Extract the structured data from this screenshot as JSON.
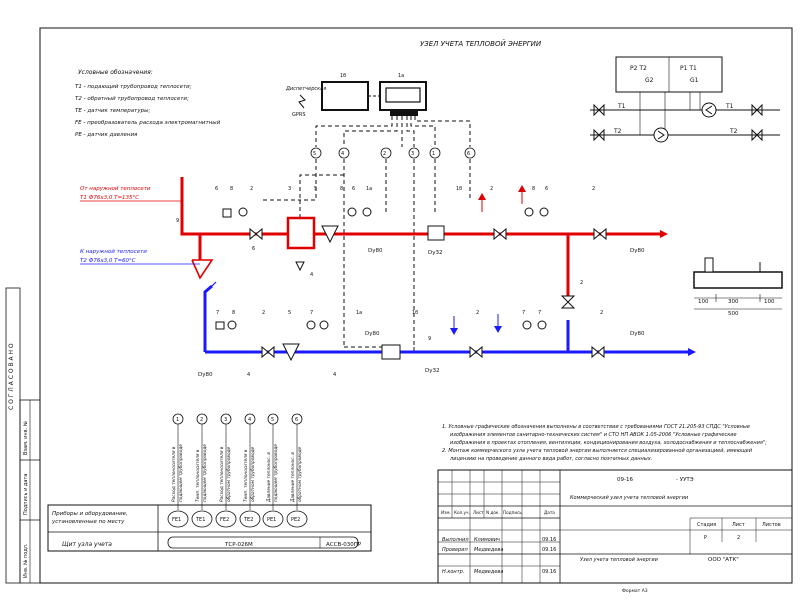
{
  "title": "УЗЕЛ УЧЕТА ТЕПЛОВОЙ ЭНЕРГИИ",
  "legend": {
    "heading": "Условные обозначения:",
    "items": [
      "Т1 - подающий трубопровод теплосети;",
      "Т2 - обратный трубопровод теплосети;",
      "ТЕ - датчик температуры;",
      "FЕ - преобразователь расхода электромагнитный",
      "РЕ - датчик давления"
    ]
  },
  "dispatch": {
    "label": "Диспетчерская",
    "gprs": "GPRS",
    "box1": "1б",
    "box2": "1а"
  },
  "inset": {
    "p2t2": "P2 T2",
    "p1t1": "P1 T1",
    "g2": "G2",
    "g1": "G1",
    "t1": "T1",
    "t2": "T2"
  },
  "cables": [
    "5",
    "4",
    "2",
    "3",
    "1",
    "6"
  ],
  "supply_label": {
    "line1": "От наружной теплосети",
    "line2": "Т1 Ф76х3,0  Т=135°С"
  },
  "return_label": {
    "line1": "К наружной теплосети",
    "line2": "Т2 Ф76х3,0  Т=60°С"
  },
  "pipe_labels": {
    "dy80_top1": "Dy80",
    "dy80_top2": "Dy80",
    "dy80_bot1": "Dy80",
    "dy80_bot2": "Dy80",
    "dy80_bot3": "Dy80",
    "dy32_top": "Dy32",
    "dy32_bot": "Dy32"
  },
  "component_numbers": {
    "n9a": "9",
    "n9b": "9",
    "n2a": "2",
    "n2b": "2",
    "n2c": "2",
    "n2d": "2",
    "n2e": "2",
    "n2f": "2",
    "n2g": "2",
    "n3": "3",
    "n5a": "5",
    "n5b": "5",
    "n6a": "6",
    "n6b": "6",
    "n6c": "6",
    "n6d": "6",
    "n7a": "7",
    "n7b": "7",
    "n7c": "7",
    "n7d": "7",
    "n8a": "8",
    "n8b": "8",
    "n8c": "8",
    "n8d": "8",
    "n1a": "1а",
    "n1b": "1а",
    "n1c": "1б",
    "n1d": "1б",
    "n4a": "4",
    "n4b": "4",
    "n4c": "4"
  },
  "dimension": {
    "d1": "100",
    "d2": "300",
    "d3": "100",
    "total": "500"
  },
  "notes": [
    "1. Условные графические обозначения выполнены в соответствии с требованиями  ГОСТ 21.205-93  СПДС  \"Условные",
    "изображения элементов санитарно-технических систем\"  и  СТО НП АВОК 1.05-2006  \"Условные графические",
    "изображения в проектах отопления, вентиляции, кондиционирования воздуха, холодоснабжения и теплоснабжения\";",
    "2. Монтаж коммерческого узла учета тепловой энергии выполняется специализированной организацией, имеющей",
    "лицензию на проведение данного вида работ, согласно поэтапных данных."
  ],
  "instruments": {
    "numbers": [
      "1",
      "2",
      "3",
      "4",
      "5",
      "6"
    ],
    "captions": [
      [
        "Расход теплоносителя в",
        "подающем трубопроводе"
      ],
      [
        "Темп. теплоносителя в",
        "подающем трубопроводе"
      ],
      [
        "Расход теплоносителя в",
        "обратном трубопроводе"
      ],
      [
        "Темп. теплоносителя в",
        "обратном трубопроводе"
      ],
      [
        "Давление теплонос. в",
        "подающем трубопроводе"
      ],
      [
        "Давление теплонос. в",
        "обратном трубопроводе"
      ]
    ],
    "tags": [
      "FE1",
      "TE1",
      "FE2",
      "TE2",
      "PE1",
      "PE2"
    ],
    "row1_label": [
      "Приборы и оборудование,",
      "установленные по месту"
    ],
    "row2_label": "Щит узла учета",
    "tcr": "ТСР-026М",
    "assv": "АССВ-030ПР"
  },
  "side_labels": {
    "agreed": "С О Г Л А С О В А Н О",
    "inv_no": "Взам. инв. №",
    "sign_date": "Подпись и дата",
    "inv_orig": "Инв. № подл."
  },
  "stamp": {
    "code": "09-16",
    "code2": "- УУТЭ",
    "project": "Коммерческий узел учета тепловой энергии",
    "header": [
      "Изм.",
      "Кол.уч.",
      "Лист",
      "N док.",
      "Подпись",
      "Дата"
    ],
    "stage_h": "Стадия",
    "sheet_h": "Лист",
    "sheets_h": "Листов",
    "stage": "Р",
    "sheet": "2",
    "sheet_name": "Узел учета тепловой энергии",
    "company": "ООО \"АТК\"",
    "people": [
      {
        "role": "Выполнил",
        "name": "Климович",
        "date": "09.16"
      },
      {
        "role": "Проверил",
        "name": "Медведева",
        "date": "09.16"
      },
      {
        "role": "Н.контр.",
        "name": "Медведева",
        "date": "09.16"
      }
    ],
    "format": "Формат   А3"
  },
  "colors": {
    "supply": "#e00000",
    "return": "#1a1aff",
    "line": "#111111"
  }
}
